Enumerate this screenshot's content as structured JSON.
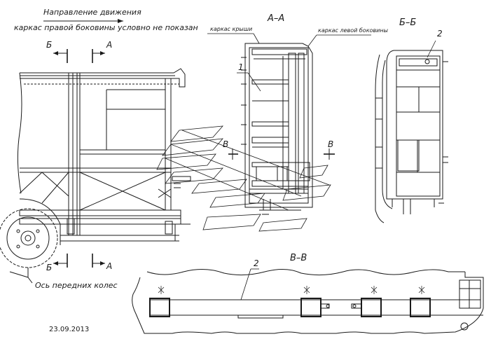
{
  "drawing": {
    "notes": {
      "direction": "Направление движения",
      "right_frame": "каркас правой боковины условно не показан",
      "roof_frame": "каркас крыши",
      "left_frame": "каркас левой боковины",
      "front_axle": "Ось передних колес"
    },
    "sections": {
      "aa": "А–А",
      "bb": "Б–Б",
      "vv": "В–В"
    },
    "cut_marks": {
      "a_top": "А",
      "a_bottom": "А",
      "b_top": "Б",
      "b_bottom": "Б",
      "v_left": "В",
      "v_right": "В"
    },
    "callouts": {
      "aa_1": "1",
      "bb_2": "2",
      "vv_2": "2"
    },
    "date": "23.09.2013"
  }
}
